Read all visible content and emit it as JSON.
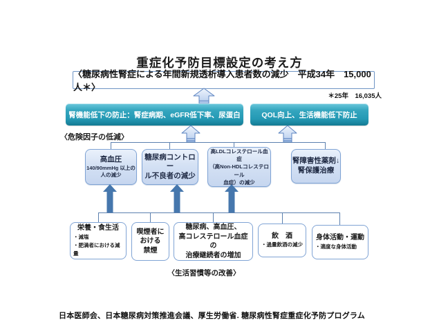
{
  "title": "重症化予防目標設定の考え方",
  "goal": {
    "text": "〈糖尿病性腎症による年間新規透析導入患者数の減少　平成34年　15,000人＊〉",
    "note": "＊25年　16,035人"
  },
  "outcome_boxes": [
    {
      "label": "腎機能低下の防止：腎症病期、eGFR低下率、尿蛋白"
    },
    {
      "label": "QOL向上、生活機能低下防止"
    }
  ],
  "section_labels": {
    "risk": "〈危険因子の低減〉",
    "lifestyle": "〈生活習慣等の改善〉"
  },
  "risk_boxes": [
    {
      "title": "高血圧",
      "sub": "140/90mmHg 以上の\n人の減少"
    },
    {
      "title": "糖尿病コントロー\nル不良者の減少"
    },
    {
      "title": "高LDLコレステロール血症\n（高Non-HDLコレステロール\n血症）の減少"
    },
    {
      "title": "腎障害性薬剤↓\n腎保護治療"
    }
  ],
  "lifestyle_boxes": [
    {
      "title": "栄養・食生活",
      "bullets": "・減塩\n・肥満者における減量"
    },
    {
      "title": "喫煙者に\nおける\n禁煙"
    },
    {
      "title": "糖尿病、高血圧、\n高コレステロール血症の\n治療継続者の増加"
    },
    {
      "title": "飲　酒",
      "bullets": "・過量飲酒の減少"
    },
    {
      "title": "身体活動・運動",
      "bullets": "・適度な身体活動"
    }
  ],
  "footer": "日本医師会、日本糖尿病対策推進会議、厚生労働省. 糖尿病性腎症重症化予防プログラム",
  "colors": {
    "teal_box": "#2499b4",
    "light_box_fill": "#cdddf2",
    "box_border": "#7fa3d4",
    "solid_arrow": "#4677ad",
    "connector_line": "#5b7fae"
  }
}
